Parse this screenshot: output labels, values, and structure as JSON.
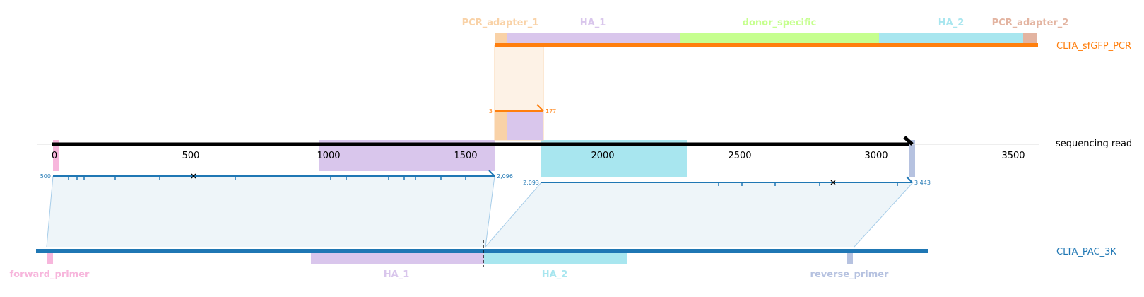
{
  "colors": {
    "read": "#000000",
    "plasmid": "#1f77b4",
    "pcr": "#ff7f0e",
    "pcr_adapter_1": "#f9d2a7",
    "ha_1": "#d9c6ec",
    "donor_specific": "#c6ff8f",
    "ha_2": "#a8e6ef",
    "pcr_adapter_2": "#e3b4a1",
    "forward_primer": "#f7b6dc",
    "reverse_primer": "#b6c2e0",
    "alignment_fill": "#eef5f9",
    "alignment_line": "#a7cde9",
    "highlight_fill": "#fdf2e6"
  },
  "tracks": {
    "pcr": {
      "label": "CLTA_sfGFP_PCR"
    },
    "read": {
      "label": "sequencing read"
    },
    "plasmid": {
      "label": "CLTA_PAC_3K"
    }
  },
  "read_axis": {
    "ticks": [
      0,
      500,
      1000,
      1500,
      2000,
      2500,
      3000,
      3500
    ],
    "tick_labels": [
      "0",
      "500",
      "1000",
      "1500",
      "2000",
      "2500",
      "3000",
      "3500"
    ]
  },
  "pcr_features": [
    {
      "name": "PCR_adapter_1",
      "color_key": "pcr_adapter_1"
    },
    {
      "name": "HA_1",
      "color_key": "ha_1"
    },
    {
      "name": "donor_specific",
      "color_key": "donor_specific"
    },
    {
      "name": "HA_2",
      "color_key": "ha_2"
    },
    {
      "name": "PCR_adapter_2",
      "color_key": "pcr_adapter_2"
    }
  ],
  "plasmid_features": [
    {
      "name": "forward_primer",
      "color_key": "forward_primer"
    },
    {
      "name": "HA_1",
      "color_key": "ha_1"
    },
    {
      "name": "HA_2",
      "color_key": "ha_2"
    },
    {
      "name": "reverse_primer",
      "color_key": "reverse_primer"
    }
  ],
  "alignments": [
    {
      "track": "pcr",
      "query_start": 1610,
      "query_end": 1785,
      "ref_start": 3,
      "ref_end": 177,
      "labels": [
        "3",
        "177"
      ]
    },
    {
      "track": "plasmid",
      "query_start": 0,
      "query_end": 1610,
      "ref_start": 500,
      "ref_end": 2096,
      "labels": [
        "500",
        "2,096"
      ]
    },
    {
      "track": "plasmid",
      "query_start": 1785,
      "query_end": 3143,
      "ref_start": 2093,
      "ref_end": 3443,
      "labels": [
        "2,093",
        "3,443"
      ]
    }
  ]
}
